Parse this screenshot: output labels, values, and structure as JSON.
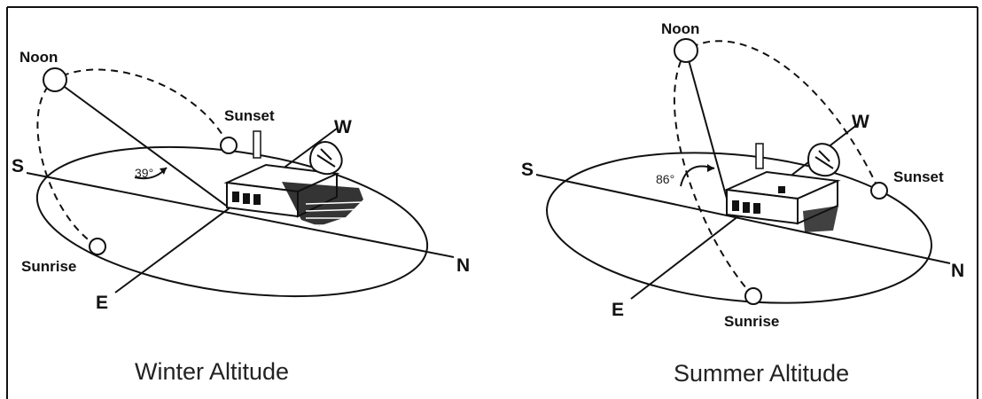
{
  "winter": {
    "noon": "Noon",
    "sunset": "Sunset",
    "sunrise": "Sunrise",
    "w": "W",
    "s": "S",
    "n": "N",
    "e": "E",
    "angle": "39°",
    "caption": "Winter Altitude"
  },
  "summer": {
    "noon": "Noon",
    "sunset": "Sunset",
    "sunrise": "Sunrise",
    "w": "W",
    "s": "S",
    "n": "N",
    "e": "E",
    "angle": "86°",
    "caption": "Summer Altitude"
  }
}
